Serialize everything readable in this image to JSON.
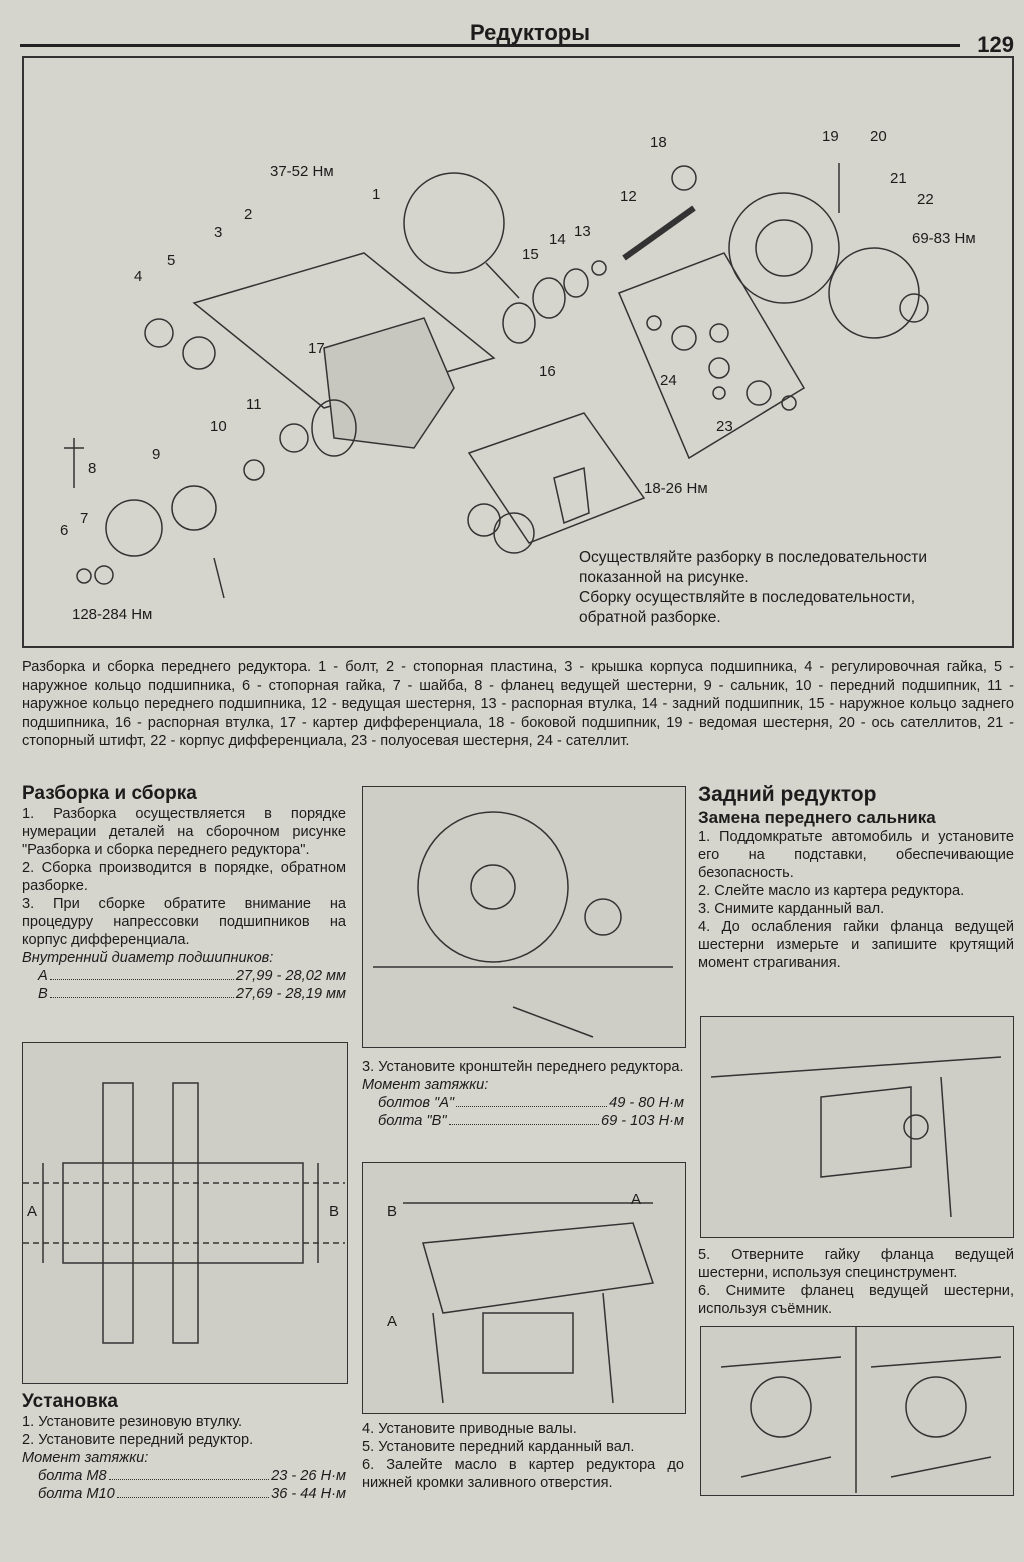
{
  "header": {
    "title": "Редукторы",
    "page_number": "129"
  },
  "figure": {
    "labels": [
      "1",
      "2",
      "3",
      "4",
      "5",
      "6",
      "7",
      "8",
      "9",
      "10",
      "11",
      "12",
      "13",
      "14",
      "15",
      "16",
      "17",
      "18",
      "19",
      "20",
      "21",
      "22",
      "23",
      "24"
    ],
    "torques": [
      "37-52 Нм",
      "69-83 Нм",
      "18-26 Нм",
      "128-284 Нм"
    ],
    "note": [
      "Осуществляйте разборку в последовательности",
      "показанной на рисунке.",
      "Сборку осуществляйте в последовательности,",
      "обратной разборке."
    ]
  },
  "caption": "Разборка и сборка переднего редуктора. 1 - болт, 2 - стопорная пластина, 3 - крышка корпуса подшипника, 4 - регулировочная гайка, 5 - наружное кольцо подшипника, 6 - стопорная гайка, 7 - шайба, 8 - фланец ведущей шестерни, 9 - сальник, 10 - передний подшипник, 11 - наружное кольцо переднего подшипника, 12 - ведущая шестерня, 13 - распорная втулка, 14 - задний подшипник, 15 - наружное кольцо заднего подшипника, 16 - распорная втулка, 17 - картер дифференциала, 18 - боковой подшипник, 19 - ведомая шестерня, 20 - ось сателлитов, 21 - стопорный штифт, 22 - корпус дифференциала, 23 - полуосевая шестерня, 24 - сателлит.",
  "left": {
    "heading": "Разборка и сборка",
    "steps": [
      "1. Разборка осуществляется в порядке нумерации деталей на сборочном рисунке \"Разборка и сборка переднего редуктора\".",
      "2. Сборка производится в порядке, обратном разборке.",
      "3. При сборке обратите внимание на процедуру напрессовки подшипников на корпус дифференциала."
    ],
    "spec_title": "Внутренний диаметр подшипников:",
    "specs": [
      {
        "k": "А",
        "v": "27,99 - 28,02 мм"
      },
      {
        "k": "В",
        "v": "27,69 - 28,19 мм"
      }
    ],
    "diagram_labels": [
      "A",
      "B"
    ],
    "install_heading": "Установка",
    "install_steps": [
      "1. Установите резиновую втулку.",
      "2. Установите передний редуктор."
    ],
    "torque_title": "Момент затяжки:",
    "torques": [
      {
        "k": "болта М8",
        "v": "23 - 26 Н·м"
      },
      {
        "k": "болта М10",
        "v": "36 - 44 Н·м"
      }
    ]
  },
  "middle": {
    "step3": "3. Установите кронштейн переднего редуктора.",
    "torque_title": "Момент затяжки:",
    "torques": [
      {
        "k": "болтов \"А\"",
        "v": "49 - 80 Н·м"
      },
      {
        "k": "болта \"В\"",
        "v": "69 - 103 Н·м"
      }
    ],
    "diagram_labels": [
      "A",
      "B"
    ],
    "steps": [
      "4. Установите приводные валы.",
      "5. Установите передний карданный вал.",
      "6. Залейте масло в картер редуктора до нижней кромки заливного отверстия."
    ]
  },
  "right": {
    "heading": "Задний редуктор",
    "subheading": "Замена переднего сальника",
    "steps": [
      "1. Поддомкратьте автомобиль и установите его на подставки, обеспечивающие безопасность.",
      "2. Слейте масло из картера редуктора.",
      "3. Снимите карданный вал.",
      "4. До ослабления гайки фланца ведущей шестерни измерьте и запишите крутящий момент страгивания."
    ],
    "steps2": [
      "5. Отверните гайку фланца ведущей шестерни, используя специнструмент.",
      "6. Снимите фланец ведущей шестерни, используя съёмник."
    ]
  }
}
